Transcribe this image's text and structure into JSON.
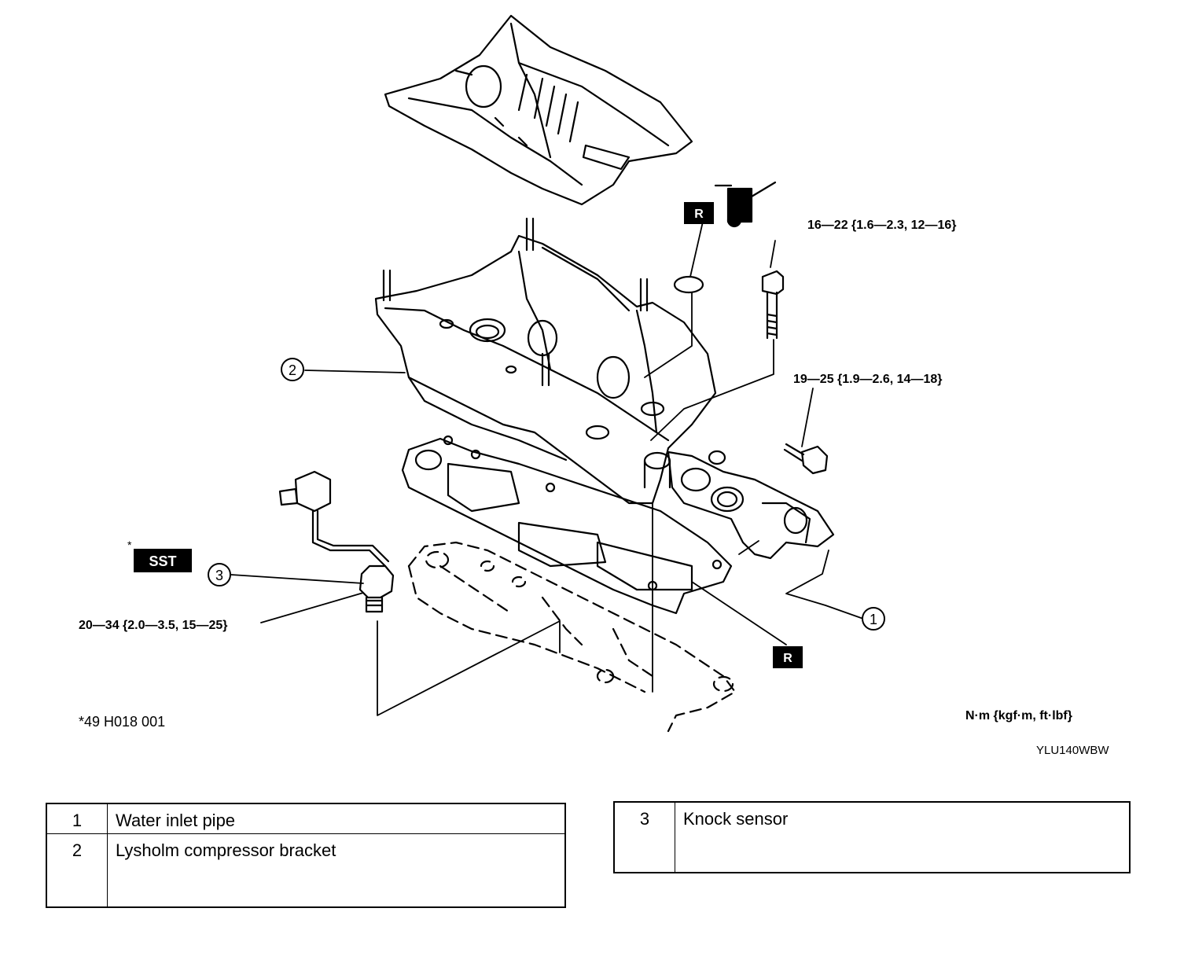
{
  "torque_labels": {
    "bolt_upper": "16—22 {1.6—2.3, 12—16}",
    "bolt_lower": "19—25 {1.9—2.6, 14—18}",
    "knock_sensor": "20—34 {2.0—3.5, 15—25}"
  },
  "callouts": {
    "c1": "1",
    "c2": "2",
    "c3": "3"
  },
  "badges": {
    "r": "R",
    "sst": "SST",
    "sst_mark": "*"
  },
  "sst_number": "*49 H018 001",
  "units": "N·m {kgf·m, ft·lbf}",
  "figure_code": "YLU140WBW",
  "legend_left": [
    {
      "num": "1",
      "desc": "Water inlet pipe"
    },
    {
      "num": "2",
      "desc": "Lysholm compressor bracket"
    }
  ],
  "legend_right": [
    {
      "num": "3",
      "desc": "Knock sensor"
    }
  ]
}
